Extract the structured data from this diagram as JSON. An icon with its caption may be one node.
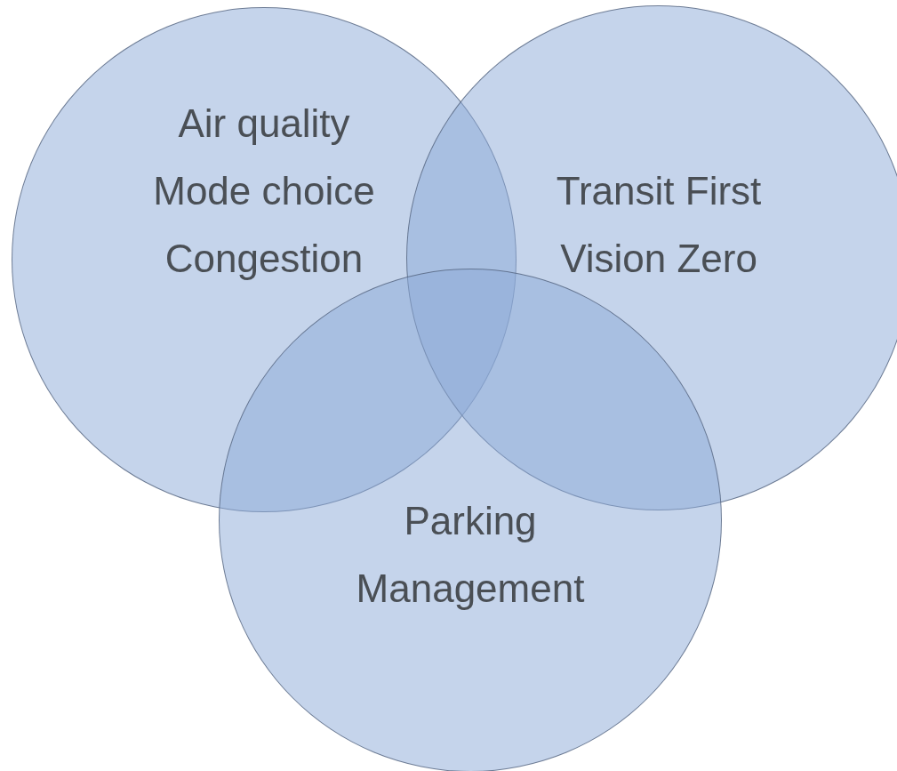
{
  "diagram": {
    "nodes": [
      {
        "text": [
          "Air quality",
          "Mode choice",
          "Congestion"
        ]
      },
      {
        "text": [
          "Transit First",
          "Vision Zero"
        ]
      },
      {
        "text": [
          "Parking Management"
        ]
      }
    ]
  }
}
